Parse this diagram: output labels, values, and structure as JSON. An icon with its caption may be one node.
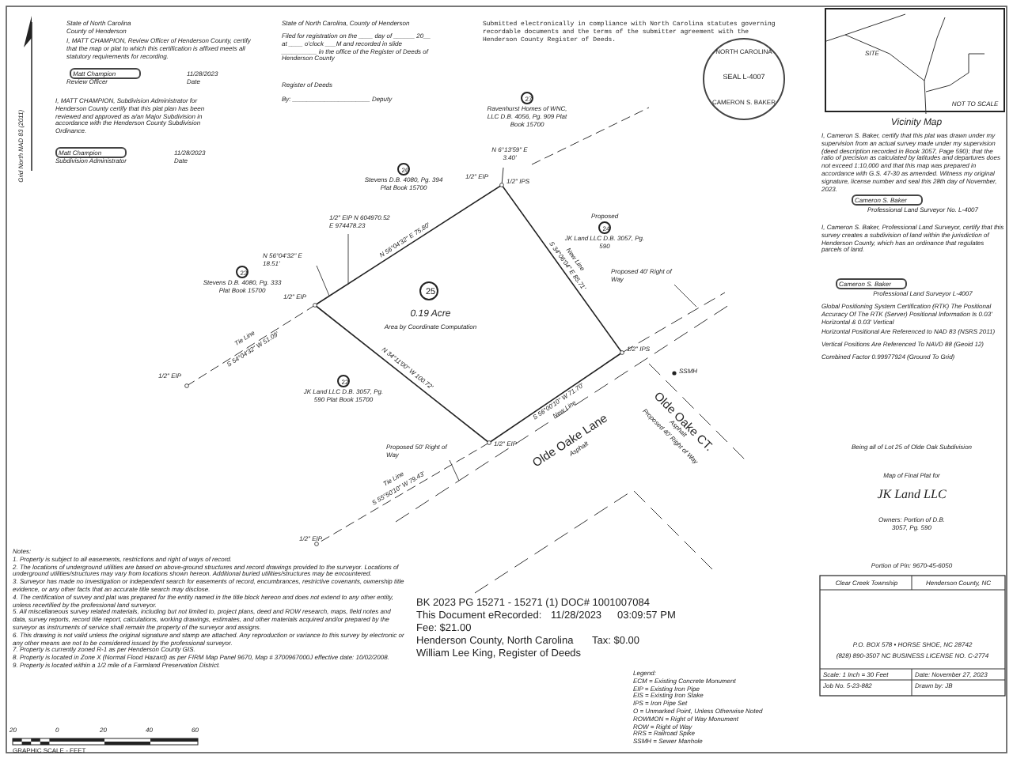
{
  "diagram": {
    "title": "Map of Final Plat for",
    "nodes": [
      {
        "text": [
          "NORTH CAROLINA",
          "SEAL L-4007",
          "CAMERON S. BAKER"
        ]
      },
      {
        "text": [
          "Matt Champion"
        ]
      },
      {
        "text": [
          "Matt Champion"
        ]
      },
      {
        "text": [
          "Cameron S. Baker"
        ]
      },
      {
        "text": [
          "Cameron S. Baker"
        ]
      },
      {
        "text": [
          "SITE",
          "NOT TO SCALE",
          "Vicinity Map"
        ]
      },
      {
        "text": [
          "25"
        ]
      },
      {
        "text": [
          "26"
        ],
        "beside": [
          "Stevens D.B. 4080, Pg. 394 Plat Book 15700"
        ]
      },
      {
        "text": [
          "27"
        ],
        "beside": [
          "Ravenhurst Homes of WNC, LLC D.B. 4056, Pg. 909 Plat Book 15700"
        ]
      },
      {
        "text": [
          "23"
        ],
        "beside": [
          "Stevens D.B. 4080, Pg. 333 Plat Book 15700"
        ]
      },
      {
        "text": [
          "24"
        ],
        "beside": [
          "Proposed",
          "JK Land LLC D.B. 3057, Pg. 590"
        ]
      },
      {
        "text": [
          "22"
        ],
        "beside": [
          "JK Land LLC D.B. 3057, Pg. 590 Plat Book 15700"
        ]
      },
      {
        "text": [
          "Proposed 40' Right of Way"
        ]
      },
      {
        "text": [
          "Proposed 50' Right of Way"
        ]
      },
      {
        "text": [
          "1/2\" EIP N 604970.52 E 974478.23"
        ]
      },
      {
        "text": [
          "N 56°04'32\" E 18.51'"
        ]
      }
    ],
    "edges": [
      {
        "from": 12,
        "to": null,
        "arrow": "none"
      },
      {
        "from": 13,
        "to": null,
        "arrow": "none"
      },
      {
        "from": 14,
        "to": null,
        "arrow": "none"
      },
      {
        "from": 15,
        "to": null,
        "arrow": "none"
      }
    ],
    "labels": [
      "State of North Carolina",
      "County of Henderson",
      "I, MATT CHAMPION, Review Officer of Henderson County, certify that the map or plat to which this certification is affixed meets all statutory requirements for recording.",
      "11/28/2023",
      "Review Officer",
      "Date",
      "I, MATT CHAMPION, Subdivision Administrator for Henderson County certify that this plat plan has been reviewed and approved as a/an Major Subdivision in accordance with the Henderson County Subdivision Ordinance.",
      "11/28/2023",
      "Subdivision Administrator",
      "Date",
      "Grid North NAD 83 (2011)",
      "State of North Carolina, County of Henderson",
      "Filed for registration on the ____ day of ______ 20__ at ____ o'clock ___M and recorded in slide __________ in the office of the Register of Deeds of Henderson County",
      "Register of Deeds",
      "By: ______________________ Deputy",
      "Submitted electronically in compliance with North Carolina statutes governing recordable documents and the terms of the submitter agreement with the Henderson County Register of Deeds.",
      "I, Cameron S. Baker, certify that this plat was drawn under my supervision from an actual survey made under my supervision (deed description recorded in Book 3057, Page 590); that the ratio of precision as calculated by latitudes and departures does not exceed 1:10,000 and that this map was prepared in accordance with G.S. 47-30 as amended. Witness my original signature, license number and seal this 28th day of November, 2023.",
      "Professional Land Surveyor No. L-4007",
      "I, Cameron S. Baker, Professional Land Surveyor, certify that this survey creates a subdivision of land within the jurisdiction of Henderson County, which has an ordinance that regulates parcels of land.",
      "Professional Land Surveyor L-4007",
      "Global Positioning System Certification (RTK) The Positional Accuracy Of The RTK (Server) Positional Information Is 0.03' Horizontal & 0.03' Vertical",
      "Horizontal Positional Are Referenced to NAD 83 (NSRS 2011)",
      "Vertical Positions Are Referenced To NAVD 88 (Geoid 12)",
      "Combined Factor 0.99977924 (Ground To Grid)",
      "Being all of Lot 25 of Olde Oak Subdivision",
      "JK Land LLC",
      "Owners: Portion of D.B. 3057, Pg. 590",
      "Portion of Pin: 9670-45-6050",
      "Clear Creek Township",
      "Henderson County, NC",
      "P.O. BOX 578 • HORSE SHOE, NC 28742",
      "(828) 890-3507 NC BUSINESS LICENSE NO. C-2774",
      "Scale: 1 Inch = 30 Feet",
      "Date: November 27, 2023",
      "Job No. 5-23-882",
      "Drawn by: JB",
      "BK 2023 PG 15271 - 15271 (1) DOC# 1001007084",
      "This Document eRecorded:",
      "11/28/2023",
      "03:09:57 PM",
      "Fee: $21.00",
      "Henderson County, North Carolina",
      "Tax: $0.00",
      "William Lee King, Register of Deeds",
      "Legend:",
      "ECM = Existing Concrete Monument",
      "EIP = Existing Iron Pipe",
      "EIS = Existing Iron Stake",
      "IPS = Iron Pipe Set",
      "O = Unmarked Point, Unless Otherwise Noted",
      "ROWMON = Right of Way Monument",
      "ROW = Right of Way",
      "RRS = Railroad Spike",
      "SSMH = Sewer Manhole",
      "Notes:",
      "1. Property is subject to all easements, restrictions and right of ways of record.",
      "2. The locations of underground utilities are based on above-ground structures and record drawings provided to the surveyor. Locations of underground utilities/structures may vary from locations shown hereon. Additional buried utilities/structures may be encountered.",
      "3. Surveyor has made no investigation or independent search for easements of record, encumbrances, restrictive covenants, ownership title evidence, or any other facts that an accurate title search may disclose.",
      "4. The certification of survey and plat was prepared for the entity named in the title block hereon and does not extend to any other entity, unless recertified by the professional land surveyor.",
      "5. All miscellaneous survey related materials, including but not limited to, project plans, deed and ROW research, maps, field notes and data, survey reports, record title report, calculations, working drawings, estimates, and other materials acquired and/or prepared by the surveyor as instruments of service shall remain the property of the surveyor and assigns.",
      "6. This drawing is not valid unless the original signature and stamp are attached. Any reproduction or variance to this survey by electronic or any other means are not to be considered issued by the professional surveyor.",
      "7. Property is currently zoned R-1 as per Henderson County GIS.",
      "8. Property is located in Zone X (Normal Flood Hazard) as per FIRM Map Panel 9670, Map # 3700967000J effective date: 10/02/2008.",
      "9. Property is located within a 1/2 mile of a Farmland Preservation District.",
      "20",
      "0",
      "20",
      "40",
      "60",
      "GRAPHIC SCALE - FEET",
      "0.19 Acre",
      "Area by Coordinate Computation",
      "N 56°04'32\" E 75.80'",
      "S 34°06'04\" E 85.71'",
      "New Line",
      "N 34°11'00\" W 100.72'",
      "S 56°00'10\" W 71.70'",
      "New Line",
      "Tie Line",
      "S 54°04'32\" W 51.09'",
      "Tie Line",
      "S 55°50'10\" W 79.43'",
      "1/2\" EIP",
      "1/2\" IPS",
      "1/2\" EIP",
      "1/2\" IPS",
      "1/2\" EIP",
      "1/2\" EIP",
      "1/2\" EIP",
      "N 6°13'59\" E 3.40'",
      "Olde Oake Lane",
      "Asphalt",
      "Olde Oake CT.",
      "Asphalt",
      "Proposed 40' Right of Way",
      "SSMH"
    ]
  }
}
